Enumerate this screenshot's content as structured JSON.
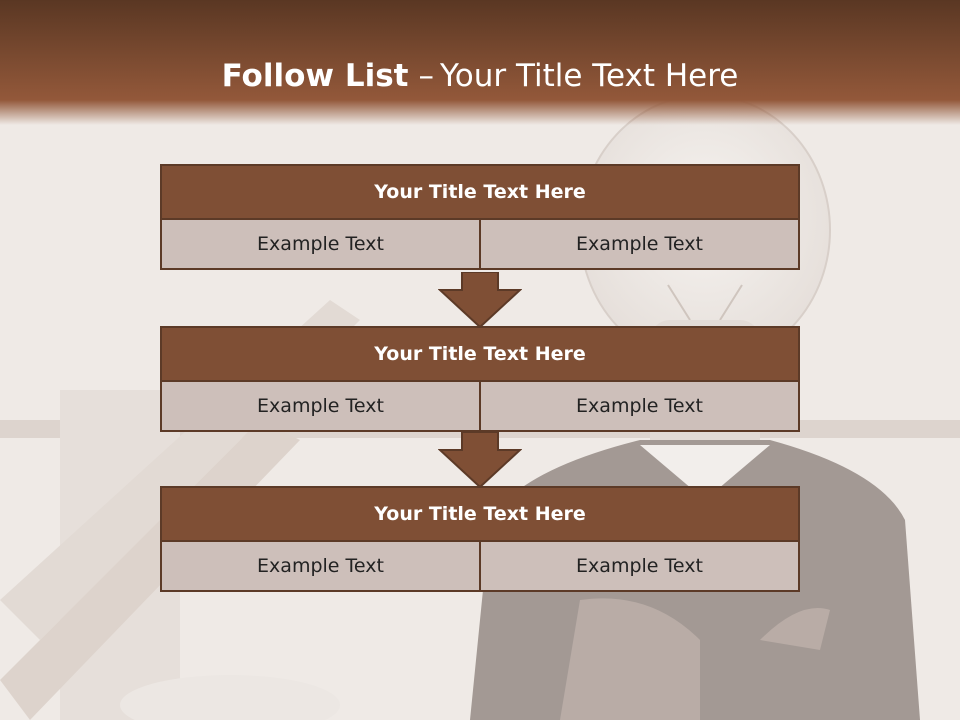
{
  "slide": {
    "title_bold": "Follow List",
    "title_dash": "–",
    "title_rest": "Your Title Text Here"
  },
  "steps": [
    {
      "title": "Your Title Text Here",
      "left": "Example Text",
      "right": "Example Text"
    },
    {
      "title": "Your Title Text Here",
      "left": "Example Text",
      "right": "Example Text"
    },
    {
      "title": "Your Title Text Here",
      "left": "Example Text",
      "right": "Example Text"
    }
  ],
  "colors": {
    "header_brown": "#7a4a30",
    "block_title_fill": "#7f4f35",
    "cell_fill": "#cdbfba",
    "border": "#5c3a27"
  }
}
